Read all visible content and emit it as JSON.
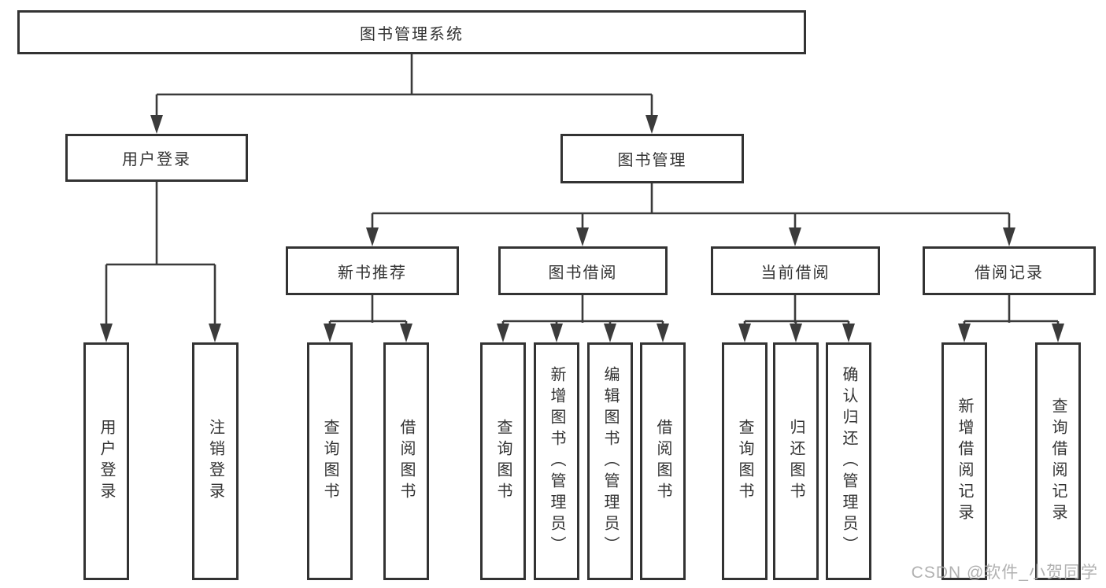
{
  "diagram": {
    "type": "functional-structure-tree",
    "nodes": {
      "root": "图书管理系统",
      "user_login": "用户登录",
      "book_mgmt": "图书管理",
      "new_book_rec": "新书推荐",
      "book_borrow": "图书借阅",
      "current_borrow": "当前借阅",
      "borrow_records": "借阅记录",
      "leaf_user_login": "用户登录",
      "leaf_logout": "注销登录",
      "leaf_nb_query": "查询图书",
      "leaf_nb_borrow": "借阅图书",
      "leaf_bb_query": "查询图书",
      "leaf_bb_add": "新增图书（管理员）",
      "leaf_bb_edit": "编辑图书（管理员）",
      "leaf_bb_borrow": "借阅图书",
      "leaf_cb_query": "查询图书",
      "leaf_cb_return": "归还图书",
      "leaf_cb_confirm": "确认归还（管理员）",
      "leaf_br_add": "新增借阅记录",
      "leaf_br_query": "查询借阅记录"
    },
    "hierarchy": {
      "图书管理系统": [
        "用户登录",
        "图书管理"
      ],
      "用户登录": [
        "用户登录",
        "注销登录"
      ],
      "图书管理": [
        "新书推荐",
        "图书借阅",
        "当前借阅",
        "借阅记录"
      ],
      "新书推荐": [
        "查询图书",
        "借阅图书"
      ],
      "图书借阅": [
        "查询图书",
        "新增图书（管理员）",
        "编辑图书（管理员）",
        "借阅图书"
      ],
      "当前借阅": [
        "查询图书",
        "归还图书",
        "确认归还（管理员）"
      ],
      "借阅记录": [
        "新增借阅记录",
        "查询借阅记录"
      ]
    },
    "colors": {
      "line": "#3b3b3b",
      "box_border": "#333333",
      "text": "#333333",
      "background": "#ffffff"
    }
  },
  "watermark": {
    "text": "CSDN @软件_小贺同学",
    "color": "#a8a8a8"
  }
}
